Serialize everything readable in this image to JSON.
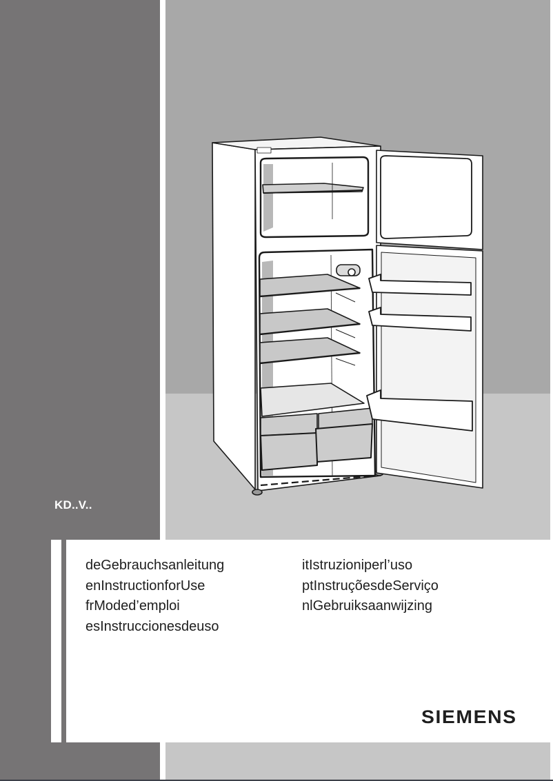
{
  "cover": {
    "model": "KD..V..",
    "brand": "SIEMENS",
    "illustration": "refrigerator-open-doors-icon",
    "colors": {
      "left_panel": "#767475",
      "right_panel_top": "#a8a8a8",
      "right_panel_bottom": "#c6c6c6",
      "text": "#1e1e1e"
    }
  },
  "languages": {
    "column1": [
      {
        "code": "de",
        "title": "Gebrauchsanleitung",
        "label": "deGebrauchsanleitung"
      },
      {
        "code": "en",
        "title": "InstructionforUse",
        "label": "enInstructionforUse"
      },
      {
        "code": "fr",
        "title": "Moded’emploi",
        "label": "frModed’emploi"
      },
      {
        "code": "es",
        "title": "Instruccionesdeuso",
        "label": "esInstruccionesdeuso"
      }
    ],
    "column2": [
      {
        "code": "it",
        "title": "Istruzioniperl’uso",
        "label": "itIstruzioniperl’uso"
      },
      {
        "code": "pt",
        "title": "InstruçõesdeServiço",
        "label": "ptInstruçõesdeServiço"
      },
      {
        "code": "nl",
        "title": "Gebruiksaanwijzing",
        "label": "nlGebruiksaanwijzing"
      }
    ]
  }
}
